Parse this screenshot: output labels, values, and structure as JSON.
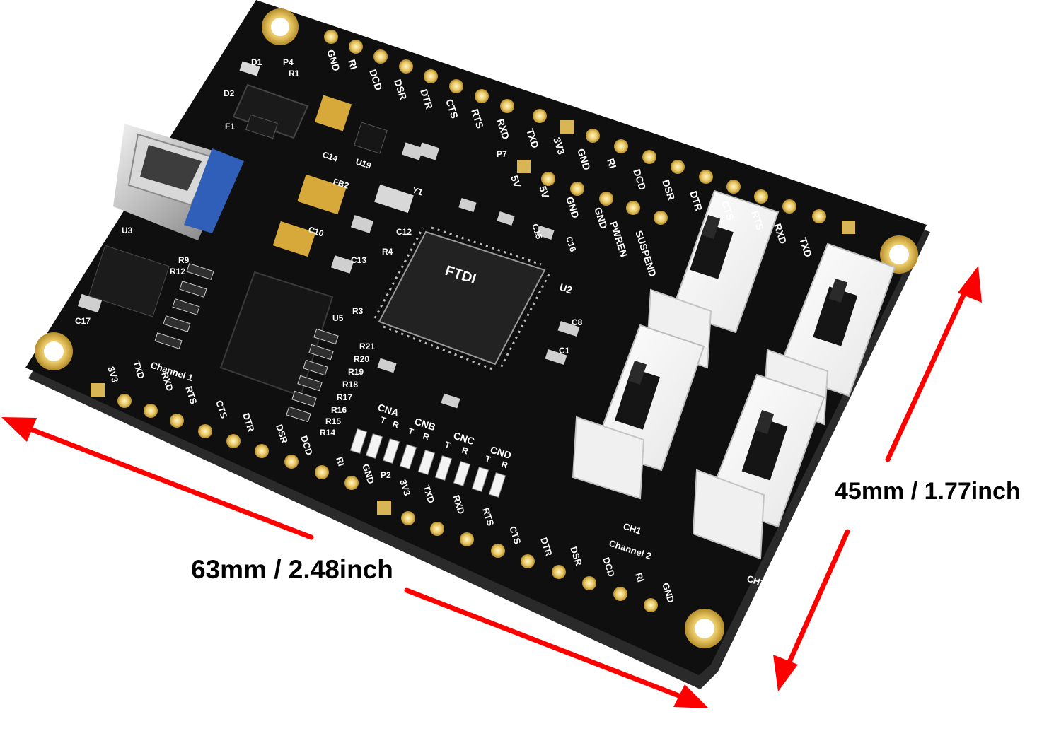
{
  "dimensions": {
    "width": "63mm / 2.48inch",
    "height": "45mm / 1.77inch",
    "arrow_color": "#ff0000"
  },
  "board": {
    "pcb_color": "#0f0f10",
    "chip_marking": "FTDI",
    "chip_label": "U2",
    "top_header": [
      "GND",
      "RI",
      "DCD",
      "DSR",
      "DTR",
      "CTS",
      "RTS",
      "RXD",
      "TXD",
      "3V3"
    ],
    "mid_header": [
      "5V",
      "5V",
      "GND",
      "GND",
      "PWREN",
      "SUSPEND"
    ],
    "right_header": [
      "GND",
      "RI",
      "DCD",
      "DSR",
      "DTR",
      "CTS",
      "RTS",
      "RXD",
      "TXD"
    ],
    "left_header": [
      "3V3",
      "TXD",
      "RXD",
      "RTS",
      "CTS",
      "DTR",
      "DSR",
      "DCD",
      "RI",
      "GND"
    ],
    "bottom_header": [
      "3V3",
      "TXD",
      "RXD",
      "RTS",
      "CTS",
      "DTR",
      "DSR",
      "DCD",
      "RI",
      "GND"
    ],
    "channel_labels": [
      "Channel 1",
      "Channel 2"
    ],
    "jumper_labels": [
      "CH1",
      "CH2"
    ],
    "led_groups": [
      "CNA",
      "CNB",
      "CNC",
      "CND"
    ],
    "led_tr": [
      "T",
      "R",
      "T",
      "R",
      "T",
      "R",
      "T",
      "R"
    ],
    "ref_designators": [
      "D1",
      "D2",
      "F1",
      "R1",
      "P4",
      "C14",
      "U19",
      "FB2",
      "Y1",
      "C10",
      "U3",
      "R9",
      "R12",
      "C17",
      "U5",
      "R21",
      "R20",
      "R19",
      "R18",
      "R17",
      "R16",
      "R15",
      "R14",
      "C13",
      "R4",
      "R3",
      "C12",
      "C8",
      "C1",
      "P7",
      "P2",
      "C15",
      "C16"
    ]
  }
}
